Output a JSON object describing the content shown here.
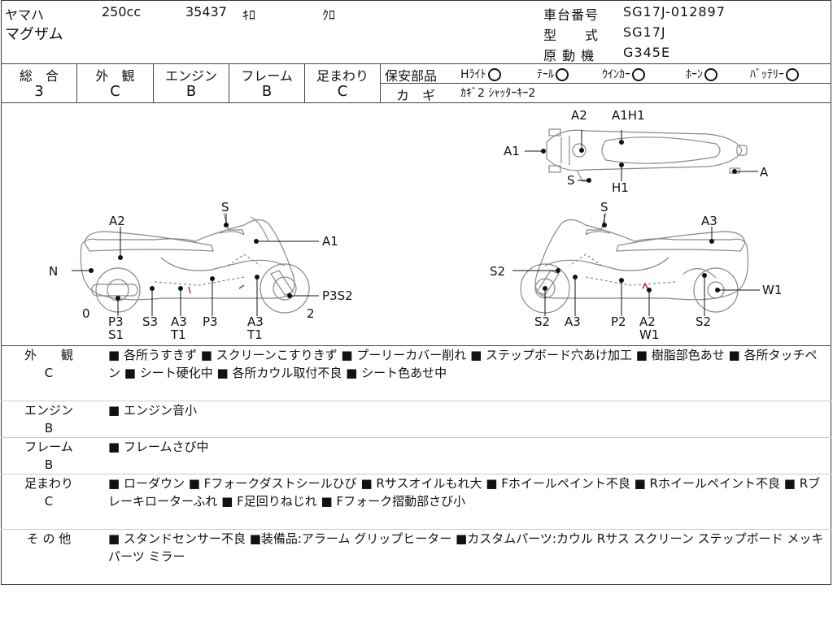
{
  "header": {
    "maker": "ヤマハ",
    "displacement": "250cc",
    "mileage": "35437",
    "mileage_unit": "ｷﾛ",
    "color": "ｸﾛ",
    "model_name": "マグザム",
    "frame_no_label": "車台番号",
    "frame_no": "SG17J-012897",
    "type_label": "型　　式",
    "type_value": "SG17J",
    "engine_label": "原 動 機",
    "engine_value": "G345E"
  },
  "grades": {
    "overall_label": "総　合",
    "overall": "3",
    "exterior_label": "外　観",
    "exterior": "C",
    "engine_label": "エンジン",
    "engine": "B",
    "frame_label": "フレーム",
    "frame": "B",
    "suspension_label": "足まわり",
    "suspension": "C"
  },
  "safety": {
    "label": "保安部品",
    "items": [
      "Hﾗｲﾄ",
      "ﾃｰﾙ",
      "ｳｲﾝｶｰ",
      "ﾎｰﾝ",
      "ﾊﾞｯﾃﾘｰ"
    ],
    "key_label": "カ　ギ",
    "key_value": "ｶｷﾞ2 ｼｬｯﾀｰｷｰ2"
  },
  "diagram": {
    "top_labels": [
      "A2",
      "A1H1",
      "A1",
      "A",
      "S",
      "H1"
    ],
    "left_labels": [
      "S",
      "A2",
      "A1",
      "N",
      "P3S2",
      "0",
      "2",
      "P3",
      "S1",
      "S3",
      "A3",
      "T1",
      "P3",
      "A3",
      "T1"
    ],
    "right_labels": [
      "S",
      "A3",
      "S2",
      "W1",
      "S2",
      "A3",
      "P2",
      "A2",
      "W1",
      "S2"
    ]
  },
  "sections": [
    {
      "title": "外　　観",
      "grade": "C",
      "text": "■ 各所うすきず ■ スクリーンこすりきず ■ プーリーカバー削れ ■ ステップボード穴あけ加工 ■ 樹脂部色あせ ■ 各所タッチペン ■ シート硬化中 ■ 各所カウル取付不良 ■ シート色あせ中"
    },
    {
      "title": "エンジン",
      "grade": "B",
      "text": "■ エンジン音小"
    },
    {
      "title": "フレーム",
      "grade": "B",
      "text": "■ フレームさび中"
    },
    {
      "title": "足まわり",
      "grade": "C",
      "text": "■ ローダウン ■ Fフォークダストシールひび ■ Rサスオイルもれ大 ■ Fホイールペイント不良 ■ Rホイールペイント不良 ■ Rブレーキローターふれ ■ F足回りねじれ ■ Fフォーク摺動部さび小"
    },
    {
      "title": "そ の 他",
      "grade": "",
      "text": "■ スタンドセンサー不良 ■装備品:アラーム グリップヒーター ■カスタムパーツ:カウル Rサス スクリーン ステップボード メッキパーツ ミラー"
    }
  ]
}
